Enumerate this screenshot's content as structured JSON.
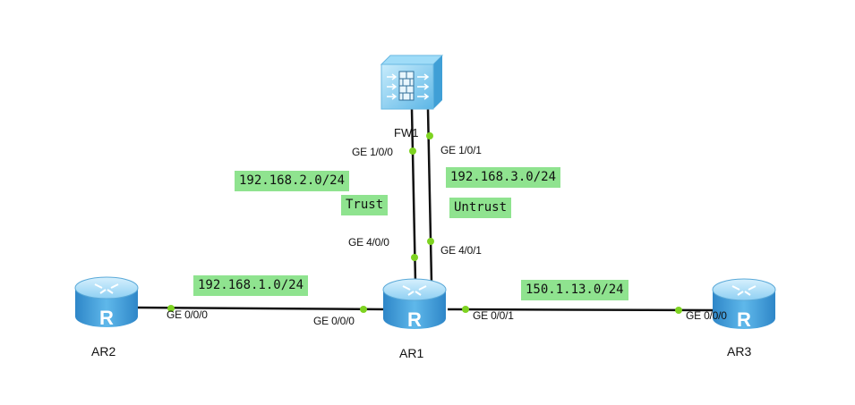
{
  "devices": {
    "ar1": {
      "name": "AR1",
      "glyph": "R"
    },
    "ar2": {
      "name": "AR2",
      "glyph": "R"
    },
    "ar3": {
      "name": "AR3",
      "glyph": "R"
    },
    "fw1": {
      "name": "FW1"
    }
  },
  "ports": {
    "ar2_ge000": "GE 0/0/0",
    "ar1_ge000": "GE 0/0/0",
    "ar1_ge001": "GE 0/0/1",
    "ar3_ge000": "GE 0/0/0",
    "ar1_ge400": "GE 4/0/0",
    "ar1_ge401": "GE 4/0/1",
    "fw1_ge100": "GE 1/0/0",
    "fw1_ge101": "GE 1/0/1"
  },
  "subnets": {
    "ar2_ar1": "192.168.1.0/24",
    "ar1_ar3": "150.1.13.0/24",
    "trust": "192.168.2.0/24",
    "untrust": "192.168.3.0/24"
  },
  "zones": {
    "trust": "Trust",
    "untrust": "Untrust"
  },
  "colors": {
    "link": "#111111",
    "port_dot": "#7ed321",
    "tag_bg": "#8fe38f",
    "router_body": "#4aa8e0",
    "router_top": "#a9dcf7",
    "firewall": "#6cc3ef"
  }
}
